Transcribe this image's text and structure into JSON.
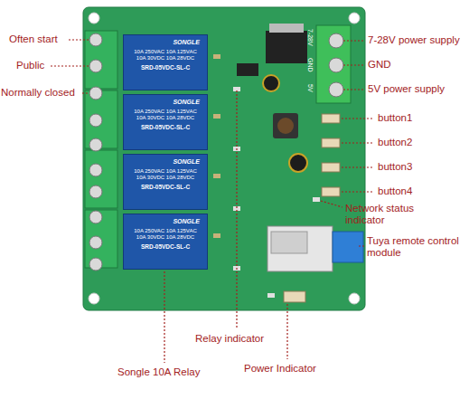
{
  "diagram": {
    "nodes": [
      {
        "text": [
          "SONGLE",
          "10A 250VAC 10A 125VAC 10A 30VDC 10A 28VDC",
          "SRD-05VDC-SL-C"
        ]
      },
      {
        "text": [
          "SONGLE",
          "10A 250VAC 10A 125VAC 10A 30VDC 10A 28VDC",
          "SRD-05VDC-SL-C"
        ]
      },
      {
        "text": [
          "SONGLE",
          "10A 250VAC 10A 125VAC 10A 30VDC 10A 28VDC",
          "SRD-05VDC-SL-C"
        ]
      },
      {
        "text": [
          "SONGLE",
          "10A 250VAC 10A 125VAC 10A 30VDC 10A 28VDC",
          "SRD-05VDC-SL-C"
        ]
      }
    ],
    "labels": [
      "Often start",
      "Public",
      "Normally closed",
      "7-28V power supply",
      "GND",
      "5V power supply",
      "button1",
      "button2",
      "button3",
      "button4",
      "Network status indicator",
      "Tuya remote control module",
      "Relay indicator",
      "Power Indicator",
      "Songle 10A Relay",
      "7-28V",
      "GND",
      "5V"
    ]
  }
}
